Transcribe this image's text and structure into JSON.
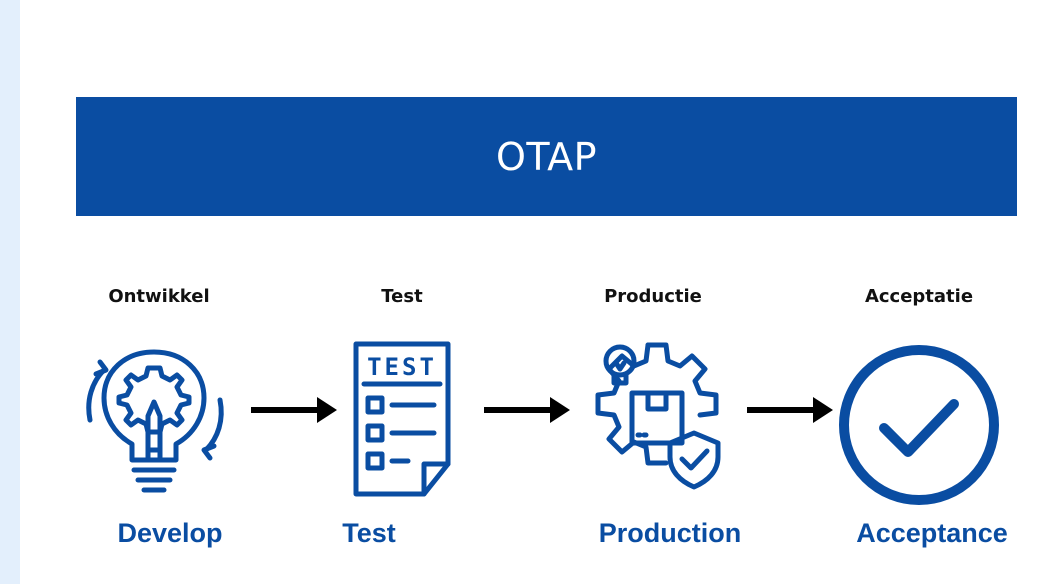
{
  "title": "OTAP",
  "colors": {
    "primary": "#0a4da2",
    "text_dark": "#111111",
    "background": "#e3effc"
  },
  "steps": [
    {
      "dutch": "Ontwikkel",
      "english": "Develop",
      "icon": "lightbulb-gear-pencil-icon"
    },
    {
      "dutch": "Test",
      "english": "Test",
      "icon": "test-checklist-document-icon"
    },
    {
      "dutch": "Productie",
      "english": "Production",
      "icon": "production-gear-box-shield-icon"
    },
    {
      "dutch": "Acceptatie",
      "english": "Acceptance",
      "icon": "check-circle-icon"
    }
  ],
  "test_icon_text": "TEST"
}
